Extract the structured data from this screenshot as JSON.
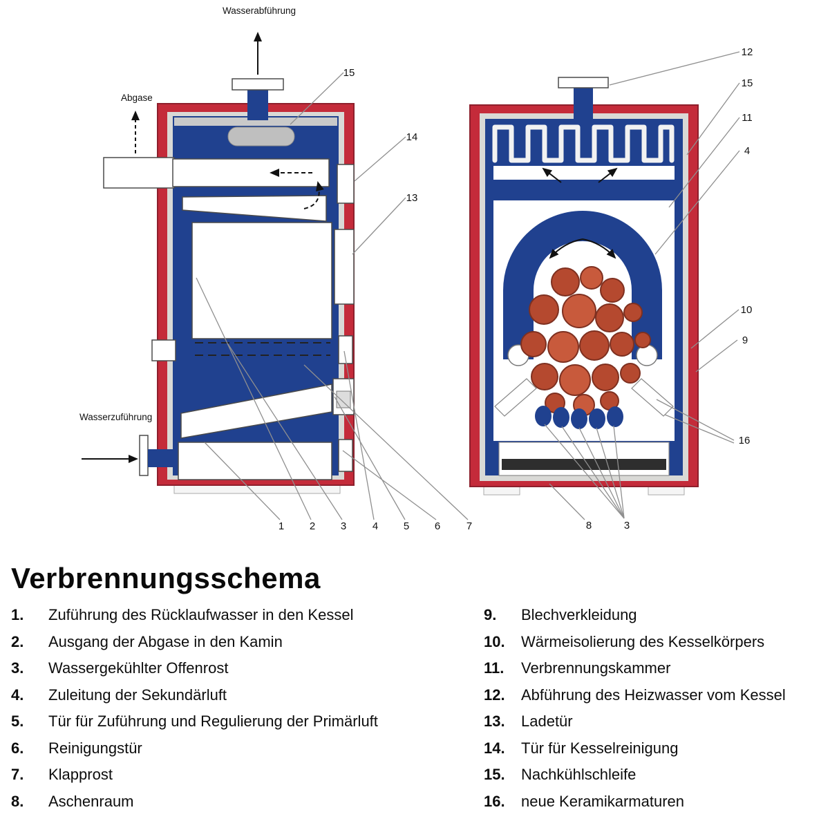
{
  "title": "Verbrennungsschema",
  "colors": {
    "boiler_red": "#c42b3a",
    "boiler_blue": "#20418f",
    "log_orange": "#b5492f",
    "log_dark": "#7e3020",
    "insulation_gray": "#d9d9d6",
    "ash_dark": "#2e2e2e"
  },
  "diagram": {
    "annotations": {
      "water_out": "Wasserabführung",
      "exhaust": "Abgase",
      "water_in": "Wasserzuführung"
    },
    "left_view": {
      "side": [
        "15",
        "14",
        "13"
      ],
      "bottom": [
        "1",
        "2",
        "3",
        "4",
        "5",
        "6",
        "7"
      ]
    },
    "right_view": {
      "side": [
        "12",
        "15",
        "11",
        "4",
        "10",
        "9",
        "16"
      ],
      "bottom": [
        "8",
        "3"
      ]
    }
  },
  "legend": {
    "left_column": [
      {
        "num": "1.",
        "label": "Zuführung des Rücklaufwasser in den Kessel"
      },
      {
        "num": "2.",
        "label": "Ausgang der Abgase in den Kamin"
      },
      {
        "num": "3.",
        "label": "Wassergekühlter Offenrost"
      },
      {
        "num": "4.",
        "label": "Zuleitung der Sekundärluft"
      },
      {
        "num": "5.",
        "label": "Tür für Zuführung und Regulierung der Primärluft"
      },
      {
        "num": "6.",
        "label": "Reinigungstür"
      },
      {
        "num": "7.",
        "label": "Klapprost"
      },
      {
        "num": "8.",
        "label": "Aschenraum"
      }
    ],
    "right_column": [
      {
        "num": "9.",
        "label": "Blechverkleidung"
      },
      {
        "num": "10.",
        "label": "Wärmeisolierung des Kesselkörpers"
      },
      {
        "num": "11.",
        "label": "Verbrennungskammer"
      },
      {
        "num": "12.",
        "label": "Abführung des Heizwasser vom Kessel"
      },
      {
        "num": "13.",
        "label": "Ladetür"
      },
      {
        "num": "14.",
        "label": "Tür für Kesselreinigung"
      },
      {
        "num": "15.",
        "label": "Nachkühlschleife"
      },
      {
        "num": "16.",
        "label": "neue Keramikarmaturen"
      }
    ]
  }
}
